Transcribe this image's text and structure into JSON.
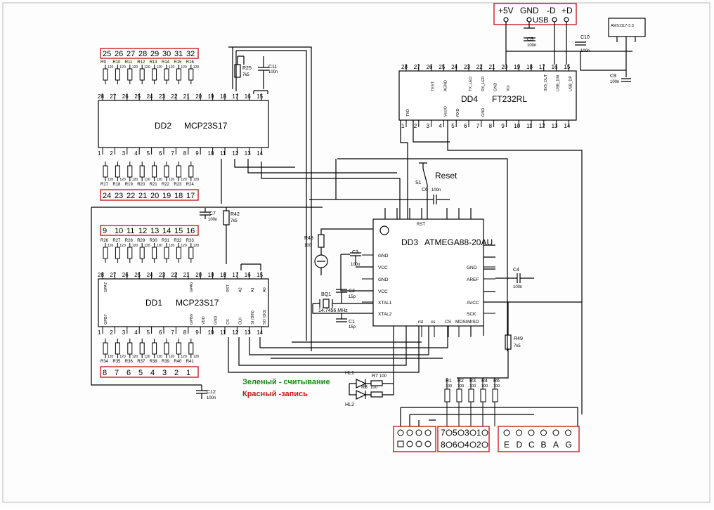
{
  "usb": {
    "header_labels": [
      "+5V",
      "GND",
      "-D",
      "+D"
    ],
    "label": "USB"
  },
  "regulator": {
    "name": "AMS1117-3.3"
  },
  "dd4": {
    "ref": "DD4",
    "part": "FT232RL",
    "top_pins": [
      "28",
      "27",
      "26",
      "25",
      "24",
      "23",
      "22",
      "21",
      "20",
      "19",
      "18",
      "17",
      "16",
      "15"
    ],
    "bottom_pins": [
      "1",
      "2",
      "3",
      "4",
      "5",
      "6",
      "7",
      "8",
      "9",
      "10",
      "11",
      "12",
      "13",
      "14"
    ],
    "top_signals": [
      "",
      "",
      "TEST",
      "AGND",
      "",
      "TX_LED",
      "RX_LED",
      "GND",
      "Vcc",
      "",
      "",
      "3V3_OUT",
      "USB_DM",
      "USB_DP"
    ],
    "bottom_signals": [
      "TXD",
      "",
      "",
      "VccIO",
      "RXD",
      "",
      "GND",
      "",
      "",
      "",
      "",
      "",
      "",
      ""
    ]
  },
  "dd2": {
    "ref": "DD2",
    "part": "MCP23S17",
    "top_pins": [
      "28",
      "27",
      "26",
      "25",
      "24",
      "23",
      "22",
      "21",
      "20",
      "19",
      "18",
      "17",
      "16",
      "15"
    ],
    "bottom_pins": [
      "1",
      "2",
      "3",
      "4",
      "5",
      "6",
      "7",
      "8",
      "9",
      "10",
      "11",
      "12",
      "13",
      "14"
    ],
    "top_box": [
      "25",
      "26",
      "27",
      "28",
      "29",
      "30",
      "31",
      "32"
    ],
    "bottom_box": [
      "24",
      "23",
      "22",
      "21",
      "20",
      "19",
      "18",
      "17"
    ],
    "top_resistors": [
      {
        "ref": "R9",
        "val": "120"
      },
      {
        "ref": "R10",
        "val": "120"
      },
      {
        "ref": "R11",
        "val": "120"
      },
      {
        "ref": "R12",
        "val": "120"
      },
      {
        "ref": "R13",
        "val": "120"
      },
      {
        "ref": "R14",
        "val": "120"
      },
      {
        "ref": "R15",
        "val": "120"
      },
      {
        "ref": "R16",
        "val": "120"
      }
    ],
    "bottom_resistors": [
      {
        "ref": "R17",
        "val": "120"
      },
      {
        "ref": "R18",
        "val": "120"
      },
      {
        "ref": "R19",
        "val": "120"
      },
      {
        "ref": "R20",
        "val": "120"
      },
      {
        "ref": "R21",
        "val": "120"
      },
      {
        "ref": "R22",
        "val": "120"
      },
      {
        "ref": "R23",
        "val": "120"
      },
      {
        "ref": "R24",
        "val": "120"
      }
    ]
  },
  "dd1": {
    "ref": "DD1",
    "part": "MCP23S17",
    "top_pins": [
      "28",
      "27",
      "26",
      "25",
      "24",
      "23",
      "22",
      "21",
      "20",
      "19",
      "18",
      "17",
      "16",
      "15"
    ],
    "bottom_pins": [
      "1",
      "2",
      "3",
      "4",
      "5",
      "6",
      "7",
      "8",
      "9",
      "10",
      "11",
      "12",
      "13",
      "14"
    ],
    "top_box": [
      "9",
      "10",
      "11",
      "12",
      "13",
      "14",
      "15",
      "16"
    ],
    "bottom_box": [
      "8",
      "7",
      "6",
      "5",
      "4",
      "3",
      "2",
      "1"
    ],
    "top_signals": [
      "GPA7",
      "",
      "",
      "",
      "",
      "",
      "",
      "GPA0",
      "",
      "",
      "RST",
      "A2",
      "A1",
      "A0"
    ],
    "bottom_signals": [
      "GPB7",
      "",
      "",
      "",
      "",
      "",
      "",
      "GPB0",
      "VDD",
      "GND",
      "CS",
      "CLK",
      "SI (DIN)",
      "SO (DO)"
    ],
    "top_resistors": [
      {
        "ref": "R26",
        "val": "120"
      },
      {
        "ref": "R27",
        "val": "120"
      },
      {
        "ref": "R28",
        "val": "120"
      },
      {
        "ref": "R29",
        "val": "120"
      },
      {
        "ref": "R30",
        "val": "120"
      },
      {
        "ref": "R31",
        "val": "120"
      },
      {
        "ref": "R32",
        "val": "120"
      },
      {
        "ref": "R33",
        "val": "120"
      }
    ],
    "bottom_resistors": [
      {
        "ref": "R34",
        "val": "120"
      },
      {
        "ref": "R35",
        "val": "120"
      },
      {
        "ref": "R36",
        "val": "120"
      },
      {
        "ref": "R37",
        "val": "120"
      },
      {
        "ref": "R38",
        "val": "120"
      },
      {
        "ref": "R39",
        "val": "120"
      },
      {
        "ref": "R40",
        "val": "120"
      },
      {
        "ref": "R41",
        "val": "120"
      }
    ]
  },
  "dd3": {
    "ref": "DD3",
    "part": "ATMEGA88-20AU",
    "left_pins": [
      "GND",
      "VCC",
      "GND",
      "VCC",
      "XTAL1",
      "XTAL2"
    ],
    "right_pins": [
      "GND",
      "AREF",
      "AVCC",
      "SCK"
    ],
    "top_pins": [
      "RST"
    ],
    "bottom_pins": [
      "rst",
      "cs",
      "CS",
      "MOSI",
      "MISO"
    ]
  },
  "crystal": {
    "ref": "BQ1",
    "freq": "14.7456 MHz"
  },
  "reset": {
    "switch": "S1",
    "label": "Reset"
  },
  "passives": [
    {
      "ref": "C5",
      "val": "100n"
    },
    {
      "ref": "C10",
      "val": "100n"
    },
    {
      "ref": "C9",
      "val": "100n"
    },
    {
      "ref": "C11",
      "val": "100n"
    },
    {
      "ref": "R25",
      "val": "7k5"
    },
    {
      "ref": "C7",
      "val": "100n"
    },
    {
      "ref": "R42",
      "val": "7k5"
    },
    {
      "ref": "C6",
      "val": "100n"
    },
    {
      "ref": "R43",
      "val": "100"
    },
    {
      "ref": "C3",
      "val": "100n"
    },
    {
      "ref": "C2",
      "val": "15p"
    },
    {
      "ref": "C1",
      "val": "15p"
    },
    {
      "ref": "C4",
      "val": "100n"
    },
    {
      "ref": "R49",
      "val": "7k5"
    },
    {
      "ref": "C12",
      "val": "100n"
    },
    {
      "ref": "R7",
      "val": "100"
    },
    {
      "ref": "R8",
      "val": "100"
    },
    {
      "ref": "R1",
      "val": "100"
    },
    {
      "ref": "R2",
      "val": "100"
    },
    {
      "ref": "R3",
      "val": "100"
    },
    {
      "ref": "R4",
      "val": "100"
    },
    {
      "ref": "R6",
      "val": "100"
    }
  ],
  "leds": [
    {
      "ref": "HL1"
    },
    {
      "ref": "HL2"
    }
  ],
  "legend": {
    "green": "Зеленый - считывание",
    "red": "Красный -запись",
    "green_color": "#1a8a1a",
    "red_color": "#d01818"
  },
  "connectors": {
    "mid_top": [
      "7",
      "5",
      "3",
      "1"
    ],
    "mid_bottom": [
      "8",
      "6",
      "4",
      "2"
    ],
    "right_letters": [
      "E",
      "D",
      "C",
      "B",
      "A",
      "G"
    ]
  },
  "colors": {
    "outline": "#c81e1e",
    "ink": "#000000"
  }
}
